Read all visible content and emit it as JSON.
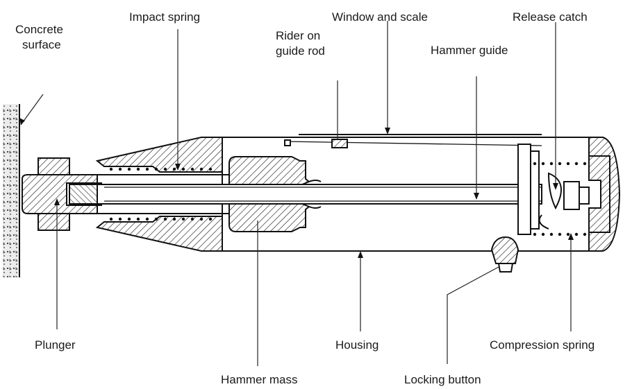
{
  "labels": {
    "concrete_surface": [
      "Concrete",
      "surface"
    ],
    "impact_spring": "Impact spring",
    "rider_on_guide_rod": [
      "Rider on",
      "guide rod"
    ],
    "window_and_scale": "Window and scale",
    "hammer_guide": "Hammer guide",
    "release_catch": "Release catch",
    "plunger": "Plunger",
    "housing": "Housing",
    "compression_spring": "Compression spring",
    "hammer_mass": "Hammer mass",
    "locking_button": "Locking button"
  }
}
